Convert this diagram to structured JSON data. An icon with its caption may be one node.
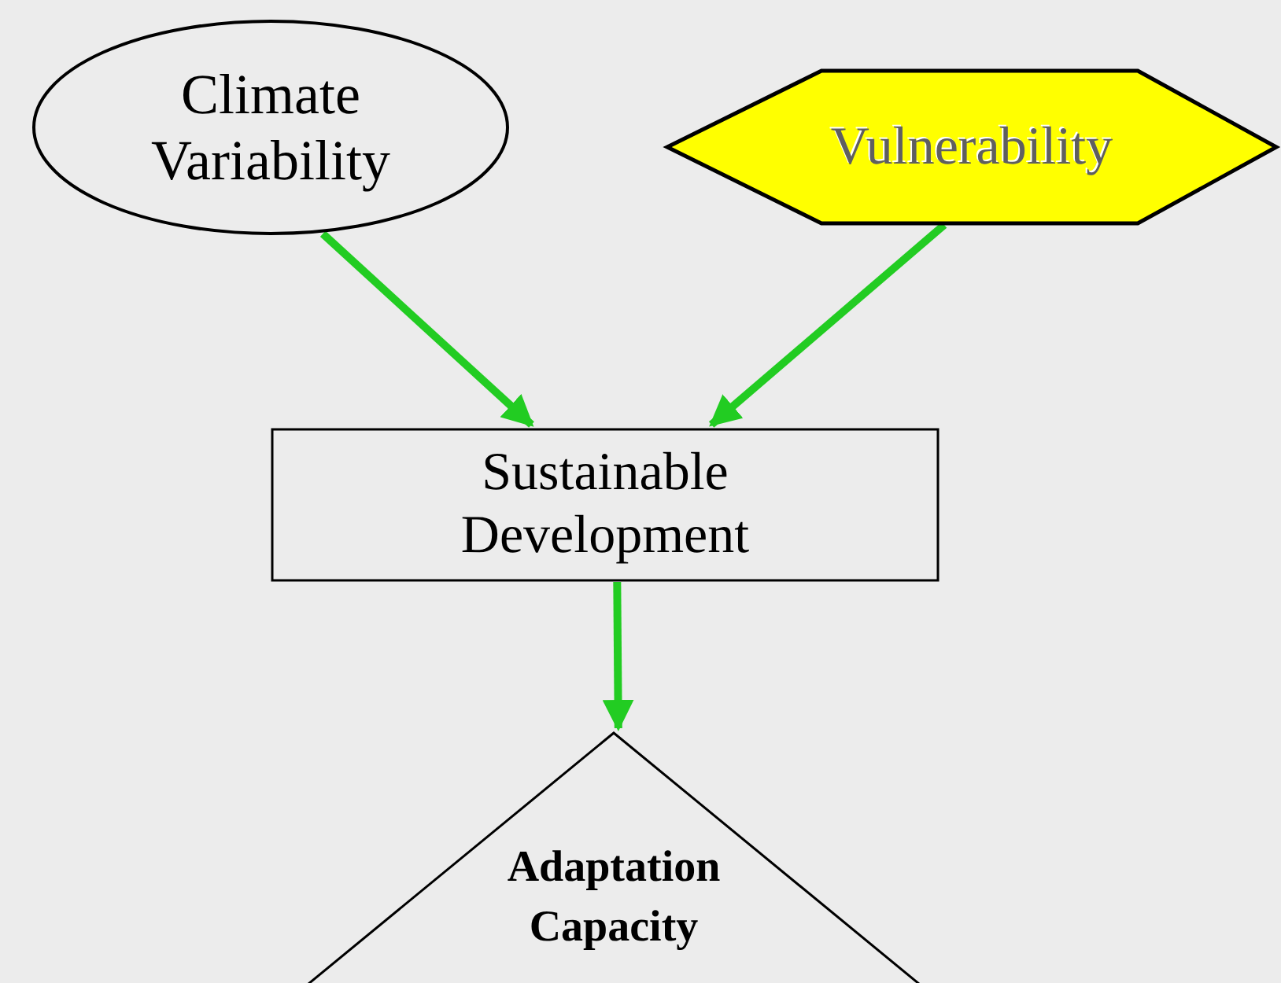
{
  "diagram": {
    "nodes": [
      {
        "text": [
          "Climate Variability"
        ]
      },
      {
        "text": [
          "Vulnerability"
        ]
      },
      {
        "text": [
          "Sustainable Development"
        ]
      },
      {
        "text": [
          "Adaptation Capacity"
        ]
      }
    ],
    "edges": [
      {
        "from": 0,
        "to": 2,
        "arrow": "to"
      },
      {
        "from": 1,
        "to": 2,
        "arrow": "to"
      },
      {
        "from": 2,
        "to": 3,
        "arrow": "to"
      }
    ]
  }
}
